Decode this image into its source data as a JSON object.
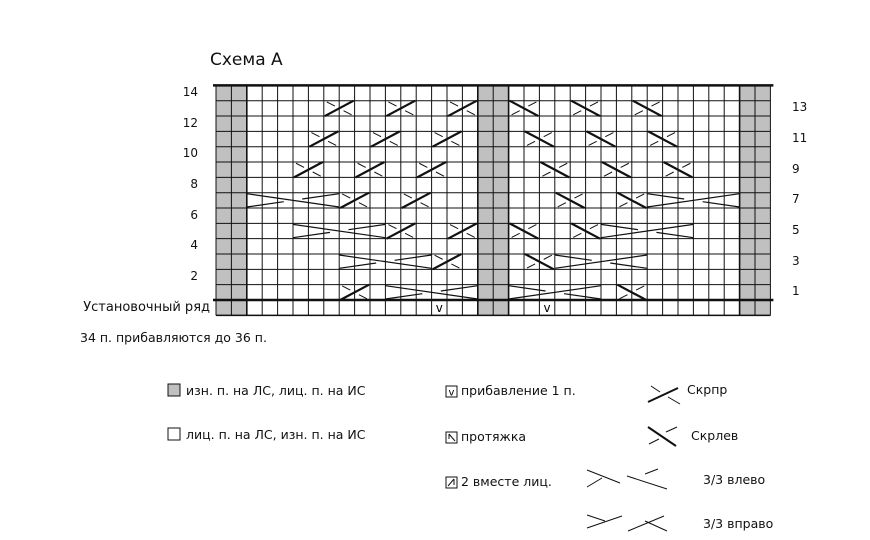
{
  "title": "Схема А",
  "setup_row_label": "Установочный ряд",
  "note": "34 п. прибавляются до 36 п.",
  "left_row_numbers": [
    "14",
    "12",
    "10",
    "8",
    "6",
    "4",
    "2"
  ],
  "right_row_numbers": [
    "13",
    "11",
    "9",
    "7",
    "5",
    "3",
    "1"
  ],
  "colors": {
    "purl": "#c0c0c0",
    "line": "#111111"
  },
  "chart_data": {
    "type": "knitting-chart",
    "columns": 36,
    "rows": 14,
    "purl_columns": [
      0,
      1,
      17,
      18,
      34,
      35
    ],
    "setup_increase_columns": [
      14,
      21
    ],
    "increase_symbol": "v",
    "cables": [
      {
        "row": 13,
        "col": 7,
        "type": "Скрпр"
      },
      {
        "row": 13,
        "col": 11,
        "type": "Скрпр"
      },
      {
        "row": 13,
        "col": 15,
        "type": "Скрпр"
      },
      {
        "row": 11,
        "col": 6,
        "type": "Скрпр"
      },
      {
        "row": 11,
        "col": 10,
        "type": "Скрпр"
      },
      {
        "row": 11,
        "col": 14,
        "type": "Скрпр"
      },
      {
        "row": 9,
        "col": 5,
        "type": "Скрпр"
      },
      {
        "row": 9,
        "col": 9,
        "type": "Скрпр"
      },
      {
        "row": 9,
        "col": 13,
        "type": "Скрпр"
      },
      {
        "row": 7,
        "col": 2,
        "type": "3/3 вправо"
      },
      {
        "row": 7,
        "col": 8,
        "type": "Скрпр"
      },
      {
        "row": 7,
        "col": 12,
        "type": "Скрпр"
      },
      {
        "row": 5,
        "col": 5,
        "type": "3/3 вправо"
      },
      {
        "row": 5,
        "col": 11,
        "type": "Скрпр"
      },
      {
        "row": 5,
        "col": 15,
        "type": "Скрпр"
      },
      {
        "row": 3,
        "col": 8,
        "type": "3/3 вправо"
      },
      {
        "row": 3,
        "col": 14,
        "type": "Скрпр"
      },
      {
        "row": 1,
        "col": 8,
        "type": "Скрпр"
      },
      {
        "row": 1,
        "col": 11,
        "type": "3/3 вправо"
      },
      {
        "row": 13,
        "col": 27,
        "type": "Скрлев"
      },
      {
        "row": 13,
        "col": 23,
        "type": "Скрлев"
      },
      {
        "row": 13,
        "col": 19,
        "type": "Скрлев"
      },
      {
        "row": 11,
        "col": 28,
        "type": "Скрлев"
      },
      {
        "row": 11,
        "col": 24,
        "type": "Скрлев"
      },
      {
        "row": 11,
        "col": 20,
        "type": "Скрлев"
      },
      {
        "row": 9,
        "col": 29,
        "type": "Скрлев"
      },
      {
        "row": 9,
        "col": 25,
        "type": "Скрлев"
      },
      {
        "row": 9,
        "col": 21,
        "type": "Скрлев"
      },
      {
        "row": 7,
        "col": 28,
        "type": "3/3 влево"
      },
      {
        "row": 7,
        "col": 26,
        "type": "Скрлев"
      },
      {
        "row": 7,
        "col": 22,
        "type": "Скрлев"
      },
      {
        "row": 5,
        "col": 25,
        "type": "3/3 влево"
      },
      {
        "row": 5,
        "col": 23,
        "type": "Скрлев"
      },
      {
        "row": 5,
        "col": 19,
        "type": "Скрлев"
      },
      {
        "row": 3,
        "col": 22,
        "type": "3/3 влево"
      },
      {
        "row": 3,
        "col": 20,
        "type": "Скрлев"
      },
      {
        "row": 1,
        "col": 26,
        "type": "Скрлев"
      },
      {
        "row": 1,
        "col": 19,
        "type": "3/3 влево"
      }
    ]
  },
  "legend": {
    "purl": "изн. п. на ЛС, лиц. п. на ИС",
    "knit": "лиц. п. на ЛС, изн. п. на ИС",
    "increase": "прибавление 1 п.",
    "pull": "протяжка",
    "k2tog": "2 вместе лиц.",
    "cross_right": "Скрпр",
    "cross_left": "Скрлев",
    "cable_left": "3/3 влево",
    "cable_right": "3/3 вправо"
  }
}
